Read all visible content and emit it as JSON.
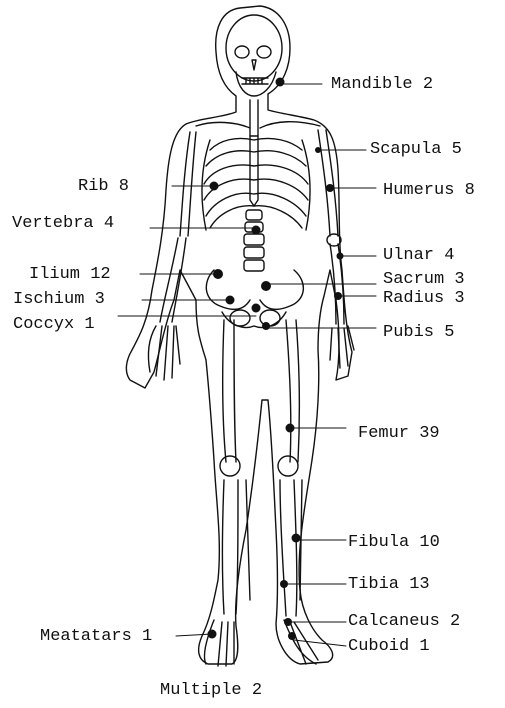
{
  "colors": {
    "ink": "#111111",
    "paper": "#ffffff"
  },
  "figure": {
    "subject": "skeleton-front-view"
  },
  "labels": {
    "mandible": "Mandible 2",
    "scapula": "Scapula 5",
    "rib": "Rib 8",
    "humerus": "Humerus 8",
    "vertebra": "Vertebra 4",
    "ulnar": "Ulnar 4",
    "ilium": "Ilium 12",
    "sacrum": "Sacrum 3",
    "ischium": "Ischium 3",
    "radius": "Radius 3",
    "coccyx": "Coccyx 1",
    "pubis": "Pubis 5",
    "femur": "Femur 39",
    "fibula": "Fibula 10",
    "tibia": "Tibia 13",
    "calcaneus": "Calcaneus 2",
    "meatatars": "Meatatars 1",
    "cuboid": "Cuboid 1",
    "multiple": "Multiple 2"
  }
}
